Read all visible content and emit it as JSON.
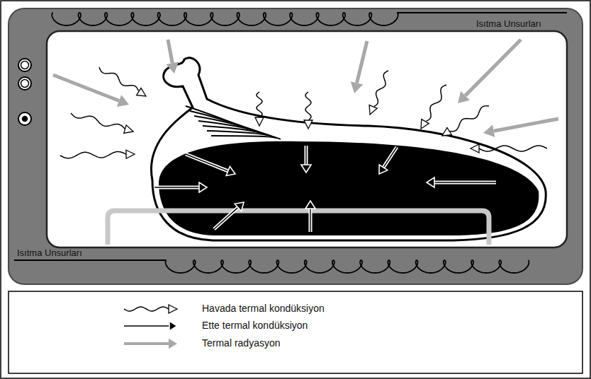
{
  "diagram": {
    "labels": [
      "Isıtma Unsurları",
      "Isıtma Unsurları"
    ],
    "legend": [
      {
        "text": "Havada termal kondüksiyon"
      },
      {
        "text": "Ette termal kondüksiyon"
      },
      {
        "text": "Termal radyasyon"
      }
    ]
  }
}
